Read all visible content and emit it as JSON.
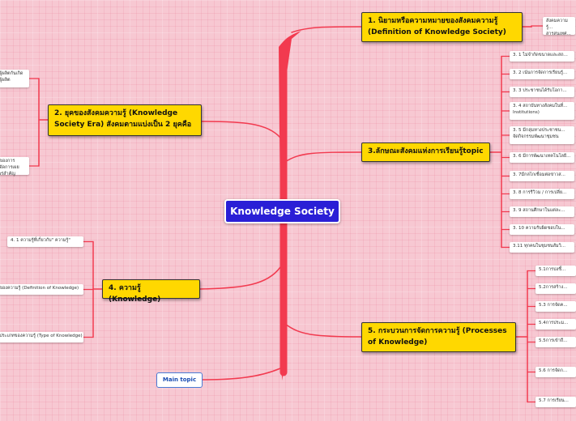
{
  "central": "Knowledge Society",
  "floating_topic": "Main topic",
  "topics": {
    "t1": {
      "label": "1. นิยามหรือความหมายของสังคมความรู้ (Definition of Knowledge Society)",
      "subs": [
        "สังคมความรู้...\nสารสนเทศ..."
      ]
    },
    "t2": {
      "label": "2. ยุคของสังคมความรู้ (Knowledge Society Era) สังคมตามแบ่งเป็น 2 ยุคคือ",
      "subs": [
        "...ผู้ผลิตกันเกิด\n...ผู้ผลิต",
        "...ของการ\n...จัดการเผยแพร่สำคัญ"
      ]
    },
    "t3": {
      "label": "3.ลักษณะสังคมแห่งการเรียนรู้topic",
      "subs": [
        "3. 1 ไม่จำกัดขนาดและสถ...",
        "3. 2 เน้นการจัดการเรียนรู้...",
        "3. 3 ประชาชนได้รับโอกา...",
        "3. 4 สถาบันทางสังคมในที่...\nInstitutions)",
        "3. 5 มีกลุ่มทางประชาชน...\nจัดกิจกรรมพัฒนาชุมชน",
        "3. 6 มีการพัฒนาเทคโนโลยี...",
        "3. 7มีกลไกเชื่อมต่อข่าวส...",
        "3. 8 การรีวิวม / การเปลี่ย...",
        "3. 9 สถานศึกษาในแต่ละ...",
        "3. 10 ความรับผิดชอบใน...",
        "3.11 ทุกคนในชุมชนสัมวิ..."
      ]
    },
    "t4": {
      "label": "4. ความรู้ (Knowledge)",
      "subs": [
        "4. 1 ความรู้ที่เกี่ยวกับ\" ความรู้\"",
        "...ของความรู้ (Definition of Knowledge)",
        "...ประเภทของความรู้ (Type of Knowledge)"
      ]
    },
    "t5": {
      "label": "5. กระบวนการจัดการความรู้ (Processes of Knowledge)",
      "subs": [
        "5.1การบ่งชี้...",
        "5.2การสร้าง...",
        "5.3 การจัดค...",
        "5.4การประม...",
        "5.5การเข้าถึ...",
        "5.6 การจัดก...",
        "5.7 การเรียน..."
      ]
    }
  },
  "colors": {
    "branch": "#f23a4f",
    "central_bg": "#2a1fd6",
    "topic_bg": "#ffd800",
    "background": "#f7c8d2",
    "floating_text": "#1a4db3"
  }
}
